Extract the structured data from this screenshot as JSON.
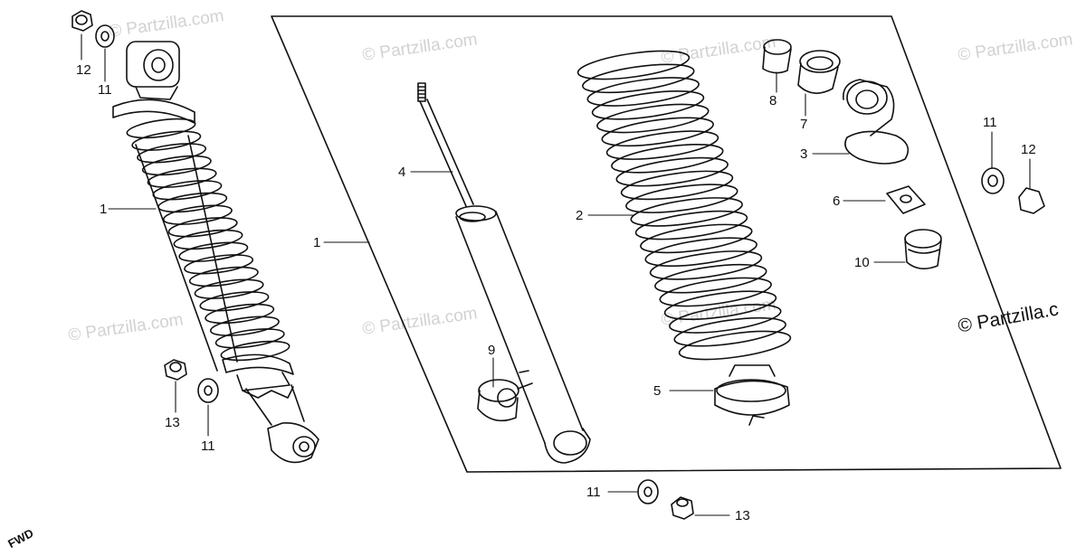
{
  "watermark_text": "© Partzilla.com",
  "watermark_visible": "© Partzilla.c",
  "direction_label": "FWD",
  "callouts": {
    "c1a": "1",
    "c1b": "1",
    "c2": "2",
    "c3": "3",
    "c4": "4",
    "c5": "5",
    "c6": "6",
    "c7": "7",
    "c8": "8",
    "c9": "9",
    "c10": "10",
    "c11a": "11",
    "c11b": "11",
    "c11c": "11",
    "c11d": "11",
    "c12a": "12",
    "c12b": "12",
    "c13a": "13",
    "c13b": "13"
  }
}
